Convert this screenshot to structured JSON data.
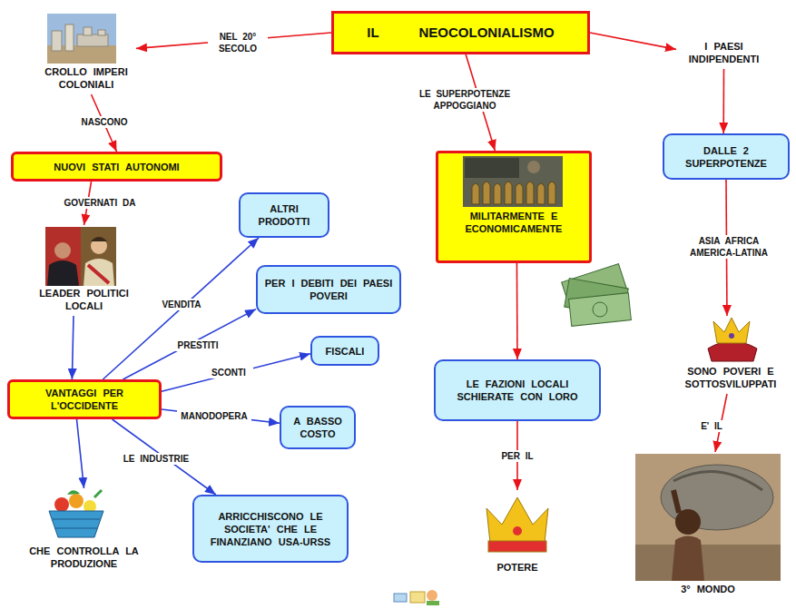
{
  "diagram": {
    "nodes": [
      {
        "text": [
          "IL NEOCOLONIALISMO"
        ]
      },
      {
        "text": [
          "CROLLO IMPERI COLONIALI"
        ]
      },
      {
        "text": [
          "NUOVI STATI AUTONOMI"
        ]
      },
      {
        "text": [
          "LEADER POLITICI LOCALI"
        ]
      },
      {
        "text": [
          "VANTAGGI PER L'OCCIDENTE"
        ]
      },
      {
        "text": [
          "ALTRI PRODOTTI"
        ]
      },
      {
        "text": [
          "PER I DEBITI DEI PAESI POVERI"
        ]
      },
      {
        "text": [
          "FISCALI"
        ]
      },
      {
        "text": [
          "A BASSO COSTO"
        ]
      },
      {
        "text": [
          "ARRICCHISCONO LE SOCIETA' CHE LE FINANZIANO USA-URSS"
        ]
      },
      {
        "text": [
          "CHE CONTROLLA LA PRODUZIONE"
        ]
      },
      {
        "text": [
          "MILITARMENTE E ECONOMICAMENTE"
        ]
      },
      {
        "text": [
          "LE FAZIONI LOCALI SCHIERATE CON LORO"
        ]
      },
      {
        "text": [
          "POTERE"
        ]
      },
      {
        "text": [
          "I PAESI INDIPENDENTI"
        ]
      },
      {
        "text": [
          "DALLE 2 SUPERPOTENZE"
        ]
      },
      {
        "text": [
          "SONO POVERI E SOTTOSVILUPPATI"
        ]
      },
      {
        "text": [
          "3° MONDO"
        ]
      }
    ],
    "edges": [
      {
        "from": 0,
        "to": 1,
        "label": "NEL 20° SECOLO",
        "arrow": "to"
      },
      {
        "from": 1,
        "to": 2,
        "label": "NASCONO",
        "arrow": "to"
      },
      {
        "from": 2,
        "to": 3,
        "label": "GOVERNATI DA",
        "arrow": "to"
      },
      {
        "from": 3,
        "to": 4,
        "arrow": "to"
      },
      {
        "from": 4,
        "to": 5,
        "label": "VENDITA",
        "arrow": "to"
      },
      {
        "from": 4,
        "to": 6,
        "label": "PRESTITI",
        "arrow": "to"
      },
      {
        "from": 4,
        "to": 7,
        "label": "SCONTI",
        "arrow": "to"
      },
      {
        "from": 4,
        "to": 8,
        "label": "MANODOPERA",
        "arrow": "to"
      },
      {
        "from": 4,
        "to": 9,
        "label": "LE INDUSTRIE",
        "arrow": "to"
      },
      {
        "from": 4,
        "to": 10,
        "arrow": "to"
      },
      {
        "from": 0,
        "to": 11,
        "label": "LE SUPERPOTENZE APPOGGIANO",
        "arrow": "to"
      },
      {
        "from": 11,
        "to": 12,
        "arrow": "to"
      },
      {
        "from": 12,
        "to": 13,
        "label": "PER IL",
        "arrow": "to"
      },
      {
        "from": 0,
        "to": 14,
        "arrow": "to"
      },
      {
        "from": 14,
        "to": 15,
        "arrow": "to"
      },
      {
        "from": 15,
        "to": 16,
        "label": "ASIA AFRICA AMERICA-LATINA",
        "arrow": "to"
      },
      {
        "from": 16,
        "to": 17,
        "label": "E' IL",
        "arrow": "to"
      }
    ]
  }
}
